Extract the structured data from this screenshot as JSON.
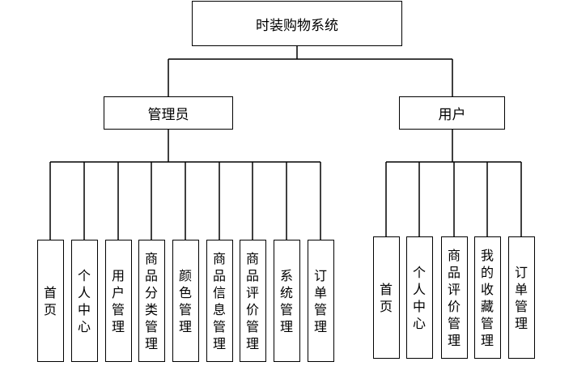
{
  "root": {
    "label": "时装购物系统"
  },
  "admin": {
    "label": "管理员",
    "children": [
      "首页",
      "个人中心",
      "用户管理",
      "商品分类管理",
      "颜色管理",
      "商品信息管理",
      "商品评价管理",
      "系统管理",
      "订单管理"
    ]
  },
  "user": {
    "label": "用户",
    "children": [
      "首页",
      "个人中心",
      "商品评价管理",
      "我的收藏管理",
      "订单管理"
    ]
  },
  "colors": {
    "line": "#000000",
    "box_border": "#000000",
    "background": "#ffffff"
  }
}
